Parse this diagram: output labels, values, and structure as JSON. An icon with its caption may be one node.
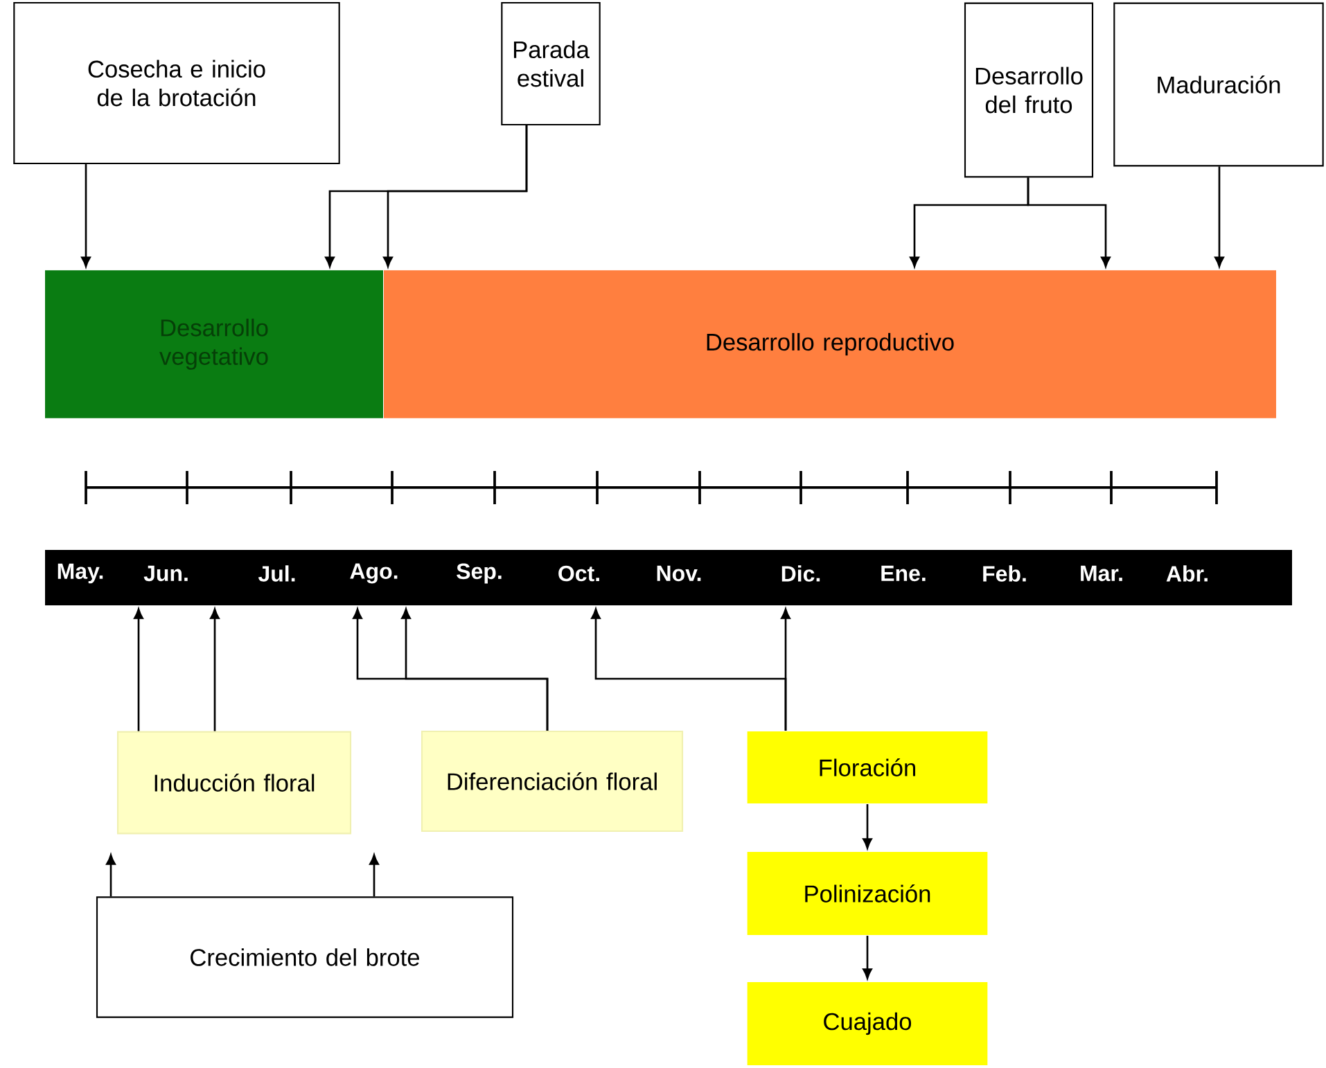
{
  "diagram": {
    "nodes": [
      {
        "text": [
          "Cosecha e inicio de la brotación"
        ]
      },
      {
        "text": [
          "Parada estival"
        ]
      },
      {
        "text": [
          "Desarrollo del fruto"
        ]
      },
      {
        "text": [
          "Maduración"
        ]
      },
      {
        "text": [
          "Desarrollo vegetativo"
        ]
      },
      {
        "text": [
          "Desarrollo reproductivo"
        ]
      },
      {
        "text": [
          "May.",
          "Jun.",
          "Jul.",
          "Ago.",
          "Sep.",
          "Oct.",
          "Nov.",
          "Dic.",
          "Ene.",
          "Feb.",
          "Mar.",
          "Abr."
        ]
      },
      {
        "text": [
          "Inducción floral"
        ]
      },
      {
        "text": [
          "Diferenciación floral"
        ]
      },
      {
        "text": [
          "Floración"
        ]
      },
      {
        "text": [
          "Polinización"
        ]
      },
      {
        "text": [
          "Cuajado"
        ]
      },
      {
        "text": [
          "Crecimiento del brote"
        ]
      }
    ],
    "edges": [
      {
        "from": 0,
        "to": 4,
        "arrow": "to"
      },
      {
        "from": 1,
        "to": 4,
        "arrow": "to"
      },
      {
        "from": 1,
        "to": 5,
        "arrow": "to"
      },
      {
        "from": 2,
        "to": 5,
        "arrow": "to"
      },
      {
        "from": 2,
        "to": 5,
        "arrow": "to"
      },
      {
        "from": 3,
        "to": 5,
        "arrow": "to"
      },
      {
        "from": 7,
        "to": 6,
        "arrow": "to"
      },
      {
        "from": 7,
        "to": 6,
        "arrow": "to"
      },
      {
        "from": 8,
        "to": 6,
        "arrow": "to"
      },
      {
        "from": 8,
        "to": 6,
        "arrow": "to"
      },
      {
        "from": 9,
        "to": 6,
        "arrow": "to"
      },
      {
        "from": 9,
        "to": 6,
        "arrow": "to"
      },
      {
        "from": 9,
        "to": 10,
        "arrow": "to"
      },
      {
        "from": 10,
        "to": 11,
        "arrow": "to"
      },
      {
        "from": 12,
        "to": null,
        "arrow": "to"
      },
      {
        "from": 12,
        "to": null,
        "arrow": "to"
      }
    ]
  }
}
